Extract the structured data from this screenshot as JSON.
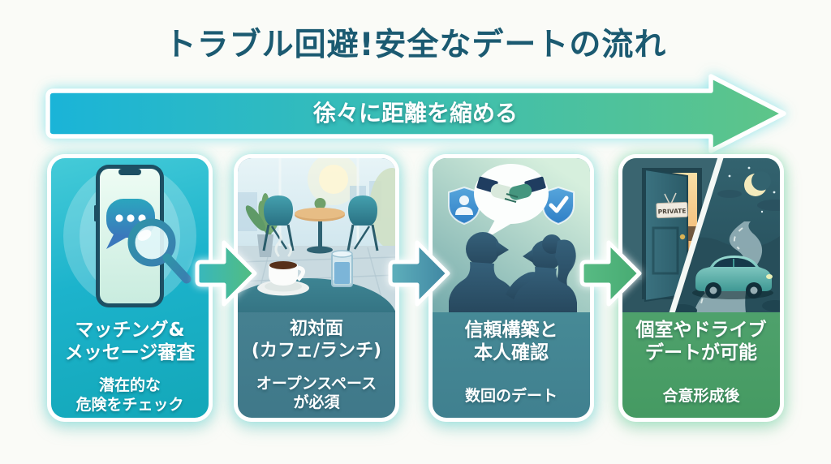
{
  "page": {
    "title": "トラブル回避!安全なデートの流れ"
  },
  "banner": {
    "label": "徐々に距離を縮める"
  },
  "steps": [
    {
      "title": "マッチング&\nメッセージ審査",
      "subtitle": "潜在的な\n危険をチェック"
    },
    {
      "title": "初対面\n(カフェ/ランチ)",
      "subtitle": "オープンスペース\nが必須"
    },
    {
      "title": "信頼構築と\n本人確認",
      "subtitle": "数回のデート"
    },
    {
      "title": "個室やドライブ\nデートが可能",
      "subtitle": "合意形成後"
    }
  ],
  "illustrations": {
    "door_sign": "PRIVATE"
  },
  "colors": {
    "title_text": "#1b5a71",
    "banner_gradient_start": "#1ab4d8",
    "banner_gradient_end": "#5ec588",
    "card1_bg": "#1cb3cc",
    "card2_text_bg": "#47818f",
    "card3_text_bg": "#488c9b",
    "card4_text_bg": "#50a471",
    "card_text": "#ffffff"
  }
}
